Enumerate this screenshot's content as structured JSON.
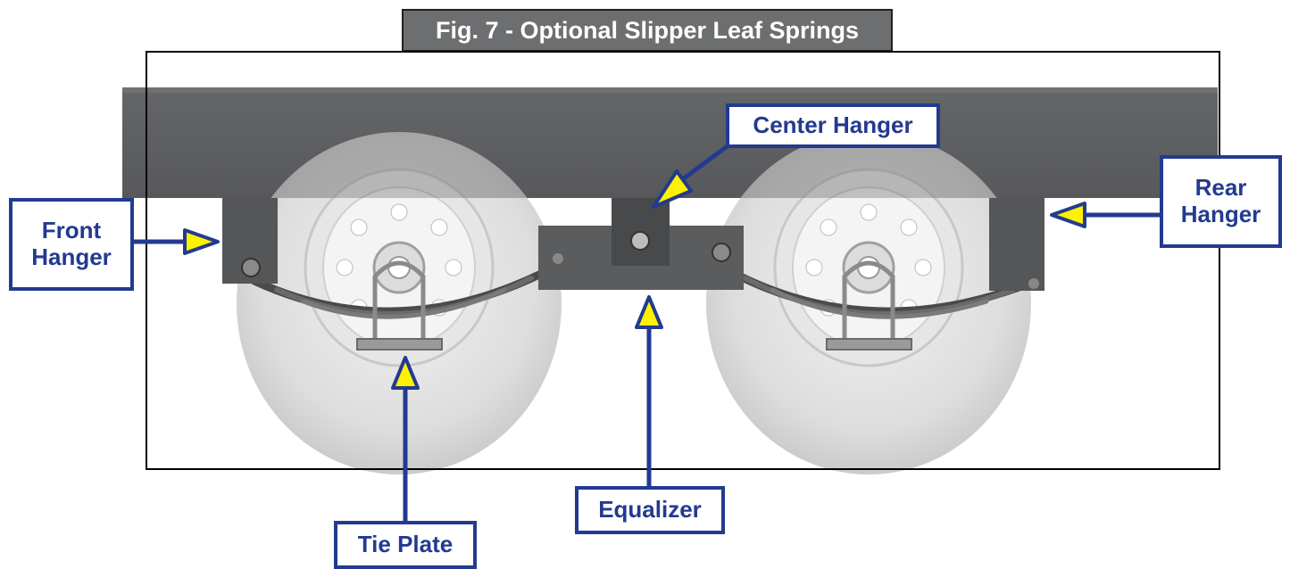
{
  "title": "Fig. 7 - Optional Slipper Leaf Springs",
  "labels": {
    "front_hanger": [
      "Front",
      "Hanger"
    ],
    "rear_hanger": [
      "Rear",
      "Hanger"
    ],
    "center_hanger": "Center Hanger",
    "equalizer": "Equalizer",
    "tie_plate": "Tie Plate"
  },
  "colors": {
    "label_border": "#233a8f",
    "label_text": "#233a8f",
    "arrow_head": "#fff200",
    "title_bg": "#6d6e70",
    "frame_steel": "#5b5d5e"
  }
}
